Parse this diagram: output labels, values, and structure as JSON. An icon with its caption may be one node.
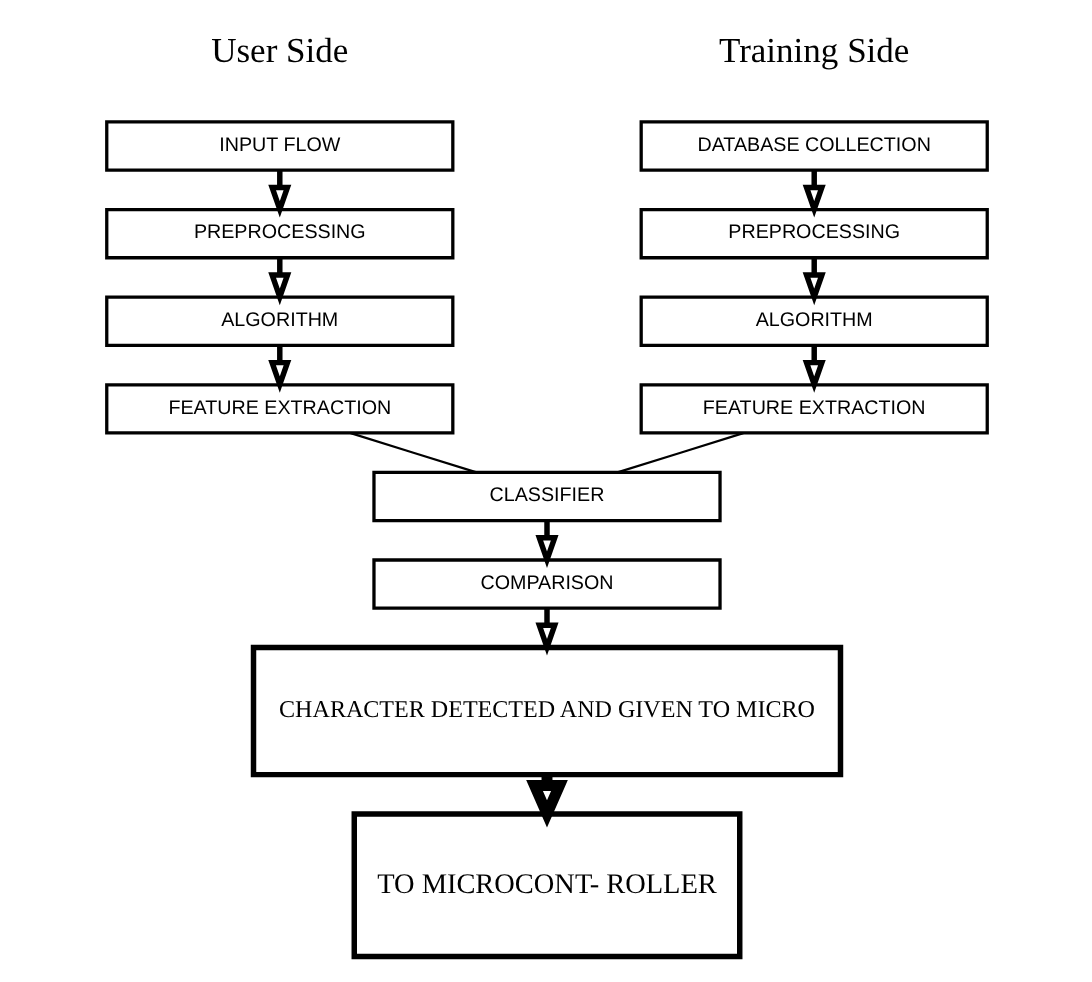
{
  "diagram": {
    "nodes": [
      {
        "text": [
          "DATABASE COLLECTION"
        ]
      },
      {
        "text": [
          "PREPROCESSING"
        ]
      },
      {
        "text": [
          "ALGORITHM"
        ]
      },
      {
        "text": [
          "FEATURE EXTRACTION"
        ]
      },
      {
        "text": [
          "INPUT FLOW"
        ]
      },
      {
        "text": [
          "PREPROCESSING"
        ]
      },
      {
        "text": [
          "ALGORITHM"
        ]
      },
      {
        "text": [
          "FEATURE EXTRACTION"
        ]
      },
      {
        "text": [
          "CLASSIFIER"
        ]
      },
      {
        "text": [
          "COMPARISON"
        ]
      },
      {
        "text": [
          "CHARACTER DETECTED AND GIVEN TO MICRO"
        ]
      },
      {
        "text": [
          "TO MICROCONT- ROLLER"
        ]
      }
    ],
    "edges": [
      {
        "from": 0,
        "to": 1,
        "arrow": "to"
      },
      {
        "from": 1,
        "to": 2,
        "arrow": "to"
      },
      {
        "from": 2,
        "to": 3,
        "arrow": "to"
      },
      {
        "from": 4,
        "to": 5,
        "arrow": "to"
      },
      {
        "from": 5,
        "to": 6,
        "arrow": "to"
      },
      {
        "from": 6,
        "to": 7,
        "arrow": "to"
      },
      {
        "from": 3,
        "to": 8,
        "arrow": "none"
      },
      {
        "from": 7,
        "to": 8,
        "arrow": "none"
      },
      {
        "from": 8,
        "to": 9,
        "arrow": "to"
      },
      {
        "from": 9,
        "to": 10,
        "arrow": "to"
      },
      {
        "from": 10,
        "to": 11,
        "arrow": "to",
        "style": "thick"
      }
    ],
    "labels": [
      "Training Side",
      "User Side"
    ]
  }
}
